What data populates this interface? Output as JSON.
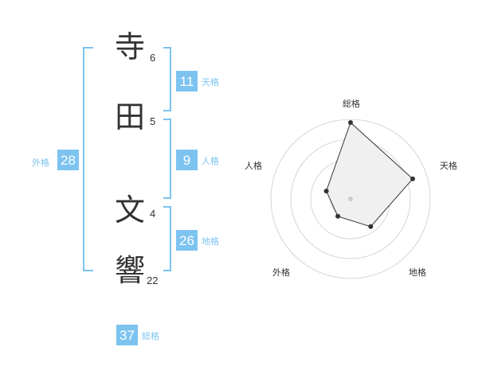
{
  "name": [
    {
      "char": "寺",
      "strokes": "6"
    },
    {
      "char": "田",
      "strokes": "5"
    },
    {
      "char": "文",
      "strokes": "4"
    },
    {
      "char": "響",
      "strokes": "22"
    }
  ],
  "fortunes": {
    "tenkaku": {
      "label": "天格",
      "value": "11"
    },
    "jinkaku": {
      "label": "人格",
      "value": "9"
    },
    "chikaku": {
      "label": "地格",
      "value": "26"
    },
    "gaikaku": {
      "label": "外格",
      "value": "28"
    },
    "soukaku": {
      "label": "総格",
      "value": "37"
    }
  },
  "colors": {
    "accent": "#7cc3f0",
    "text": "#333333",
    "radar_fill": "#f0f0f0",
    "ring": "#cccccc"
  },
  "chart_data": {
    "type": "radar",
    "axes": [
      "総格",
      "天格",
      "地格",
      "外格",
      "人格"
    ],
    "values": [
      0.96,
      0.82,
      0.43,
      0.27,
      0.32
    ],
    "rings": 4
  }
}
